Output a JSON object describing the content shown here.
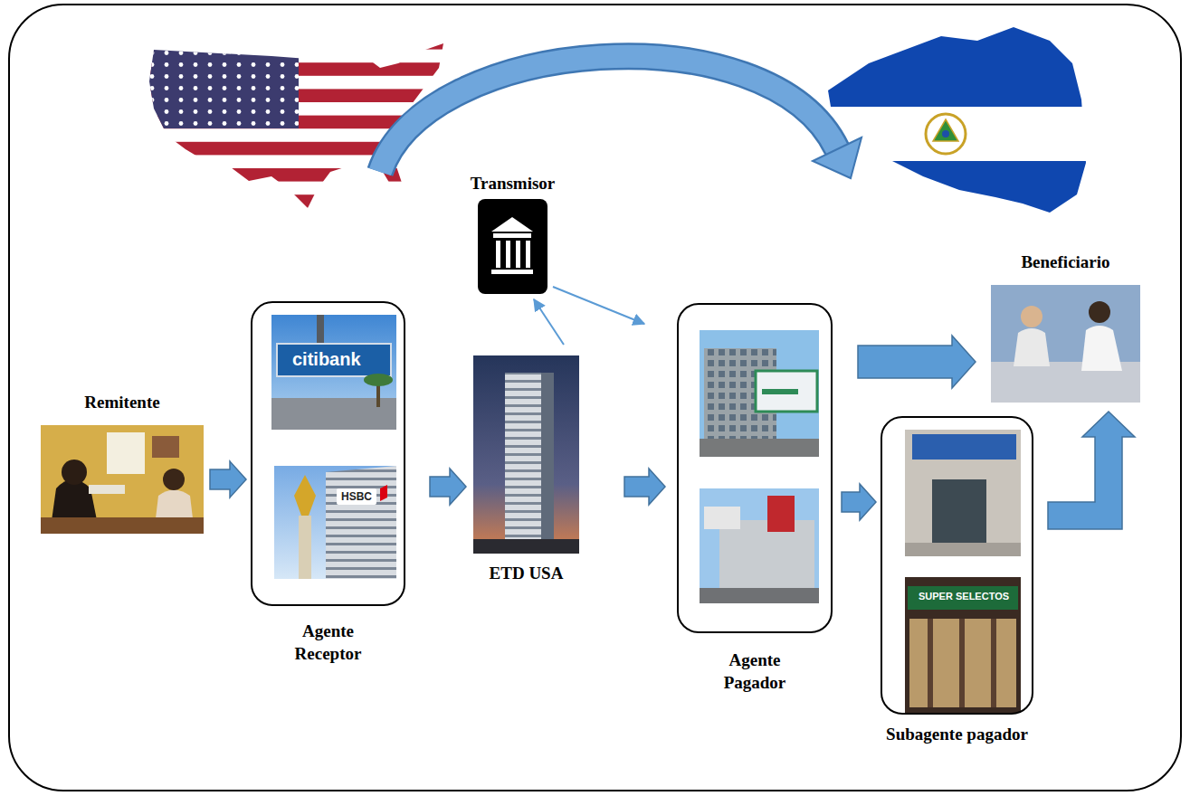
{
  "diagram": {
    "nodes": [
      {
        "text": [
          "Remitente"
        ]
      },
      {
        "text": [
          "Agente Receptor"
        ]
      },
      {
        "text": [
          "Transmisor"
        ]
      },
      {
        "text": [
          "ETD USA"
        ]
      },
      {
        "text": [
          "Agente Pagador"
        ]
      },
      {
        "text": [
          "Beneficiario"
        ]
      },
      {
        "text": [
          "Subagente pagador"
        ]
      }
    ],
    "edges": [
      {
        "from": 0,
        "to": 1,
        "arrow": "to"
      },
      {
        "from": 1,
        "to": 3,
        "arrow": "to"
      },
      {
        "from": 3,
        "to": 2,
        "arrow": "to"
      },
      {
        "from": 2,
        "to": 4,
        "arrow": "to"
      },
      {
        "from": 3,
        "to": 4,
        "arrow": "to"
      },
      {
        "from": 4,
        "to": 5,
        "arrow": "to"
      },
      {
        "from": 4,
        "to": 6,
        "arrow": "to"
      },
      {
        "from": 6,
        "to": 5,
        "arrow": "to"
      }
    ],
    "labels": [
      "citibank",
      "HSBC",
      "SUPER SELECTOS"
    ]
  }
}
